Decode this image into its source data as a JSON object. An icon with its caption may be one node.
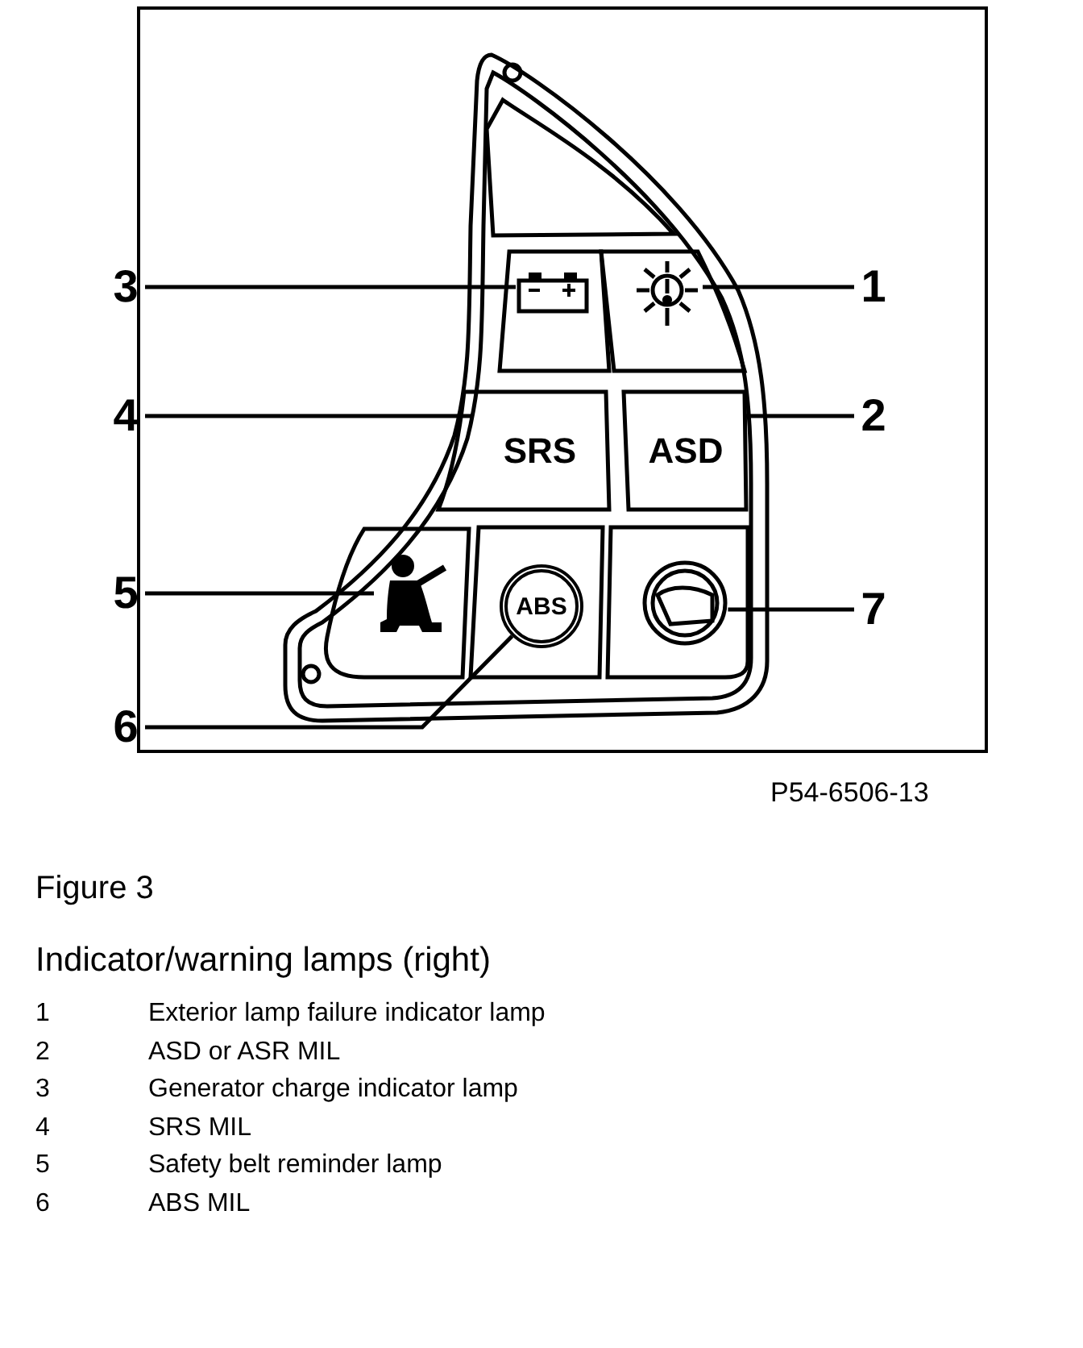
{
  "diagram": {
    "title": "Figure 3",
    "caption": "Indicator/warning lamps (right)",
    "nodes": [
      {
        "text": [
          "3"
        ]
      },
      {
        "text": [],
        "shape": "picture"
      },
      {
        "text": [],
        "shape": "picture"
      },
      {
        "text": [
          "1"
        ]
      },
      {
        "text": [
          "4"
        ]
      },
      {
        "text": [
          "SRS"
        ]
      },
      {
        "text": [
          "ASD"
        ]
      },
      {
        "text": [
          "2"
        ]
      },
      {
        "text": [
          "5"
        ]
      },
      {
        "text": [],
        "shape": "person"
      },
      {
        "text": [
          "ABS"
        ]
      },
      {
        "text": [],
        "shape": "circle"
      },
      {
        "text": [
          "7"
        ]
      },
      {
        "text": [
          "6"
        ]
      }
    ],
    "edges": [
      {
        "from": 0,
        "to": 1,
        "arrow": "none"
      },
      {
        "from": 3,
        "to": 2,
        "arrow": "none"
      },
      {
        "from": 4,
        "to": 5,
        "arrow": "none"
      },
      {
        "from": 7,
        "to": 6,
        "arrow": "none"
      },
      {
        "from": 8,
        "to": 9,
        "arrow": "none"
      },
      {
        "from": 12,
        "to": 11,
        "arrow": "none"
      },
      {
        "from": 13,
        "to": 10,
        "arrow": "none"
      }
    ],
    "labels": [
      "P54-6506-13",
      "1",
      "Exterior lamp failure indicator lamp",
      "2",
      "ASD or ASR MIL",
      "3",
      "Generator charge indicator lamp",
      "4",
      "SRS MIL",
      "5",
      "Safety belt reminder lamp",
      "6",
      "ABS MIL"
    ]
  }
}
